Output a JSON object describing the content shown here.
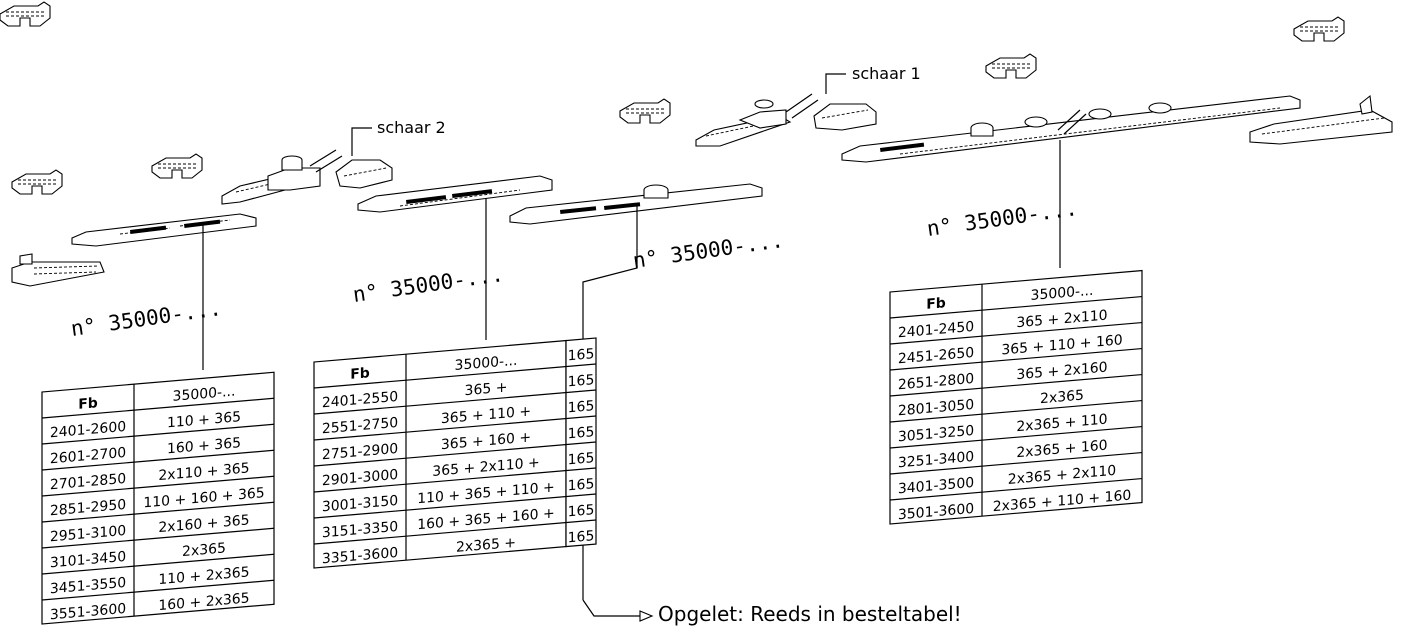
{
  "labels": {
    "schaar2": "schaar 2",
    "schaar1": "schaar 1",
    "note": "Opgelet: Reeds in besteltabel!"
  },
  "tables": [
    {
      "id": "t1",
      "caption": "n° 35000-...",
      "header": [
        "Fb",
        "35000-..."
      ],
      "rows": [
        [
          "2401-2600",
          "110 + 365"
        ],
        [
          "2601-2700",
          "160 + 365"
        ],
        [
          "2701-2850",
          "2x110 + 365"
        ],
        [
          "2851-2950",
          "110 + 160 + 365"
        ],
        [
          "2951-3100",
          "2x160 + 365"
        ],
        [
          "3101-3450",
          "2x365"
        ],
        [
          "3451-3550",
          "110 + 2x365"
        ],
        [
          "3551-3600",
          "160 + 2x365"
        ]
      ]
    },
    {
      "id": "t2",
      "caption": "n° 35000-...",
      "header": [
        "Fb",
        "35000-..."
      ],
      "extra": "165",
      "rows": [
        [
          "2401-2550",
          "365 +"
        ],
        [
          "2551-2750",
          "365 + 110 +"
        ],
        [
          "2751-2900",
          "365 + 160 +"
        ],
        [
          "2901-3000",
          "365 + 2x110 +"
        ],
        [
          "3001-3150",
          "110 + 365 + 110 +"
        ],
        [
          "3151-3350",
          "160 + 365 + 160 +"
        ],
        [
          "3351-3600",
          "2x365 +"
        ]
      ]
    },
    {
      "id": "t3",
      "caption": "n° 35000-...",
      "header": [
        "Fb",
        "35000-..."
      ],
      "rows": [
        [
          "2401-2450",
          "365 + 2x110"
        ],
        [
          "2451-2650",
          "365 + 110 + 160"
        ],
        [
          "2651-2800",
          "365 + 2x160"
        ],
        [
          "2801-3050",
          "2x365"
        ],
        [
          "3051-3250",
          "2x365 + 110"
        ],
        [
          "3251-3400",
          "2x365 + 160"
        ],
        [
          "3401-3500",
          "2x365 + 2x110"
        ],
        [
          "3501-3600",
          "2x365 + 110 + 160"
        ]
      ]
    },
    {
      "id": "t4",
      "caption": "n° 35000-..."
    }
  ]
}
